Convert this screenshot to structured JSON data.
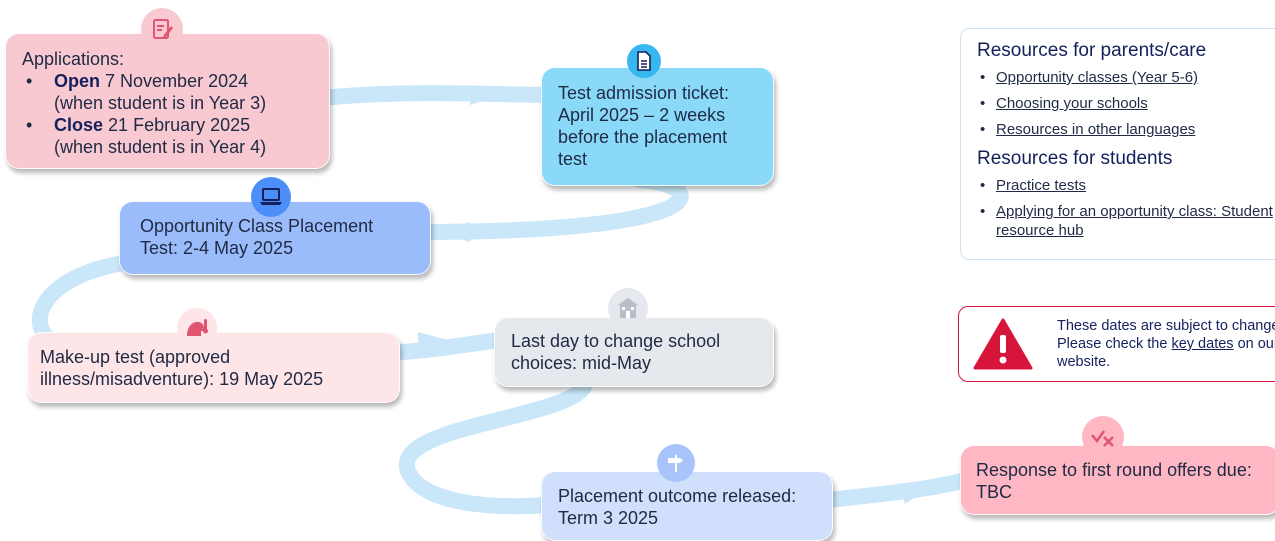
{
  "colors": {
    "path": "#c9e7f8",
    "path_edge": "#ffffff",
    "navy": "#14215c",
    "accent_red": "#d7153a"
  },
  "steps": {
    "applications": {
      "title": "Applications:",
      "items": [
        {
          "label": "Open",
          "date": "7 November 2024",
          "note": "(when student is in Year 3)"
        },
        {
          "label": "Close",
          "date": "21 February 2025",
          "note": "(when student is in Year 4)"
        }
      ],
      "icon": "form-edit-icon"
    },
    "ticket": {
      "text": "Test admission ticket: April 2025 – 2 weeks before the placement test",
      "icon": "document-icon"
    },
    "test": {
      "text": "Opportunity Class Placement Test: 2-4 May 2025",
      "icon": "laptop-icon"
    },
    "makeup": {
      "text": "Make-up test (approved illness/misadventure): 19 May 2025",
      "icon": "sick-person-icon"
    },
    "change": {
      "text": "Last day to change school choices: mid-May",
      "icon": "school-building-icon"
    },
    "outcome": {
      "text": "Placement outcome released: Term 3 2025",
      "icon": "signpost-icon"
    },
    "response": {
      "text": "Response to first round offers due: TBC",
      "icon": "tick-cross-icon"
    }
  },
  "resources": {
    "parents_heading": "Resources for parents/care",
    "parents_links": [
      "Opportunity classes (Year 5-6)",
      "Choosing your schools",
      "Resources in other languages"
    ],
    "students_heading": "Resources for students",
    "students_links": [
      "Practice tests",
      "Applying for an opportunity class: Student resource hub"
    ]
  },
  "notice": {
    "text_before": "These dates are subject to change. Please check the ",
    "link_text": "key dates",
    "text_after": " on our website.",
    "icon": "warning-icon"
  }
}
